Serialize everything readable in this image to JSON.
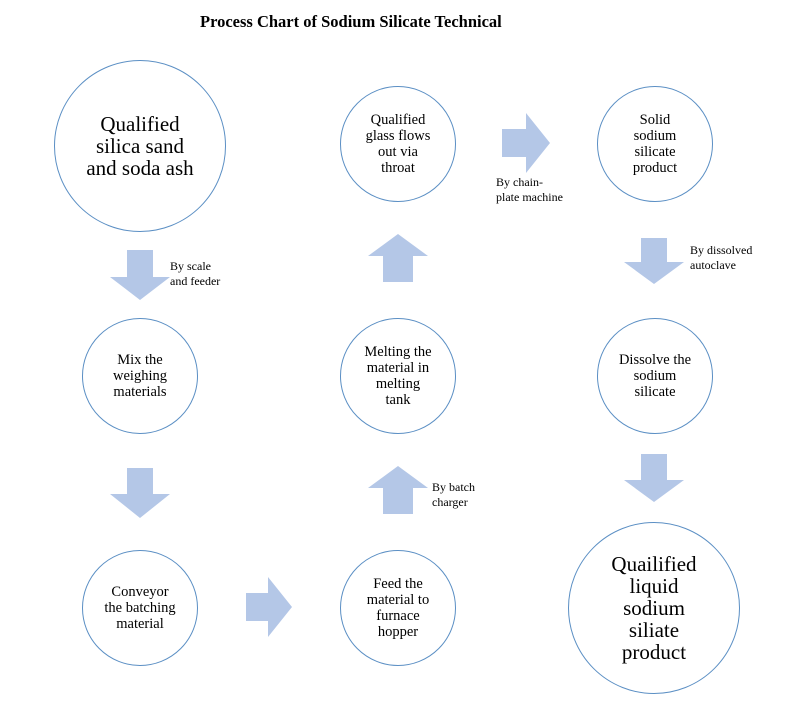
{
  "title": "Process Chart of Sodium Silicate Technical",
  "nodes": {
    "raw": "Qualified\nsilica sand\nand soda ash",
    "mix": "Mix the\nweighing\nmaterials",
    "conveyor": "Conveyor\nthe batching\nmaterial",
    "feed": "Feed the\nmaterial to\nfurnace\nhopper",
    "melt": "Melting the\nmaterial in\nmelting\ntank",
    "glass": "Qualified\nglass flows\nout via\nthroat",
    "solid": "Solid\nsodium\nsilicate\nproduct",
    "dissolve": "Dissolve the\nsodium\nsilicate",
    "liquid": "Quailified\nliquid\nsodium\nsiliate\nproduct"
  },
  "labels": {
    "scale": "By scale\nand feeder",
    "batch": "By batch\ncharger",
    "chain": "By chain-\nplate machine",
    "autoclave": "By dissolved\nautoclave"
  },
  "colors": {
    "circle_border": "#5b8fc4",
    "arrow_fill": "#b4c7e7"
  }
}
